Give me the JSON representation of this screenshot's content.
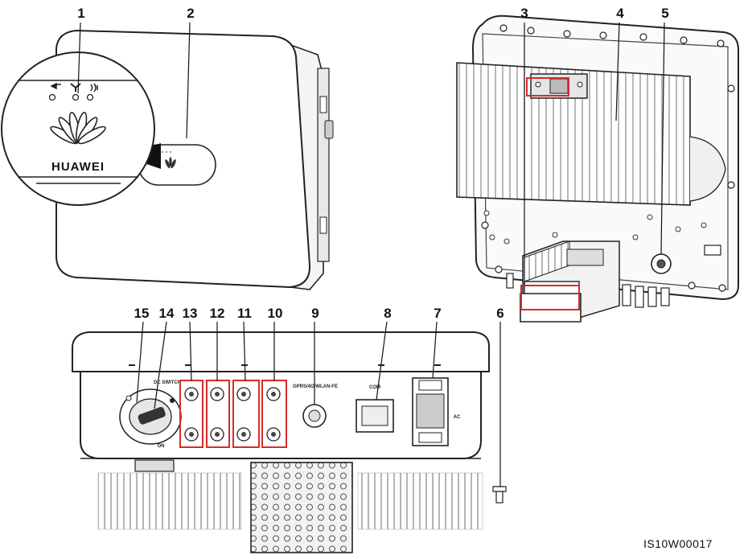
{
  "diagram": {
    "callouts": [
      "1",
      "2",
      "3",
      "4",
      "5",
      "6",
      "7",
      "8",
      "9",
      "10",
      "11",
      "12",
      "13",
      "14",
      "15"
    ],
    "brand": "HUAWEI",
    "panel_labels": {
      "dc_switch": "DC SWITCH",
      "on": "ON",
      "gprs": "GPRS/4G/WLAN-FE",
      "com": "COM",
      "ac": "AC"
    },
    "document_code": "IS10W00017",
    "colors": {
      "line": "#222222",
      "callout_box": "#d62b2b",
      "fin": "#c8c8c8"
    }
  }
}
